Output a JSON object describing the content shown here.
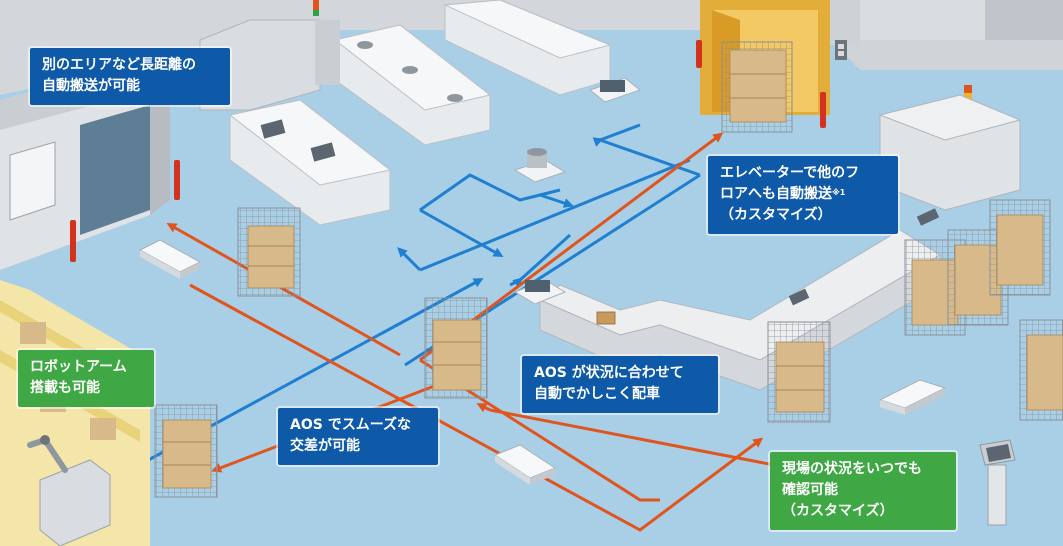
{
  "colors": {
    "floor": "#a9cfe6",
    "wall": "#c8cdd2",
    "machine": "#e6e9ec",
    "route_blue": "#1f7fd0",
    "route_orange": "#e0551d",
    "callout_blue": "#0f5aa8",
    "callout_green": "#3fa845",
    "cart_box": "#d8b98a"
  },
  "callouts": {
    "long_distance": {
      "line1": "別のエリアなど長距離の",
      "line2": "自動搬送が可能"
    },
    "elevator": {
      "line1": "エレベーターで他のフ",
      "line2_text": "ロアへも自動搬送",
      "line2_note": "※1",
      "line3": "（カスタマイズ）"
    },
    "robot_arm": {
      "line1": "ロボットアーム",
      "line2": "搭載も可能"
    },
    "smooth_crossing": {
      "line1": "AOS でスムーズな",
      "line2": "交差が可能"
    },
    "smart_dispatch": {
      "line1": "AOS が状況に合わせて",
      "line2": "自動でかしこく配車"
    },
    "monitoring": {
      "line1": "現場の状況をいつでも",
      "line2": "確認可能",
      "line3": "（カスタマイズ）"
    }
  },
  "icons": [
    "elevator-icon",
    "robot-arm-icon",
    "autonomous-mobile-robot-icon",
    "roll-cart-icon",
    "conveyor-icon",
    "kiosk-terminal-icon",
    "warning-pole-icon",
    "signal-tower-icon"
  ]
}
